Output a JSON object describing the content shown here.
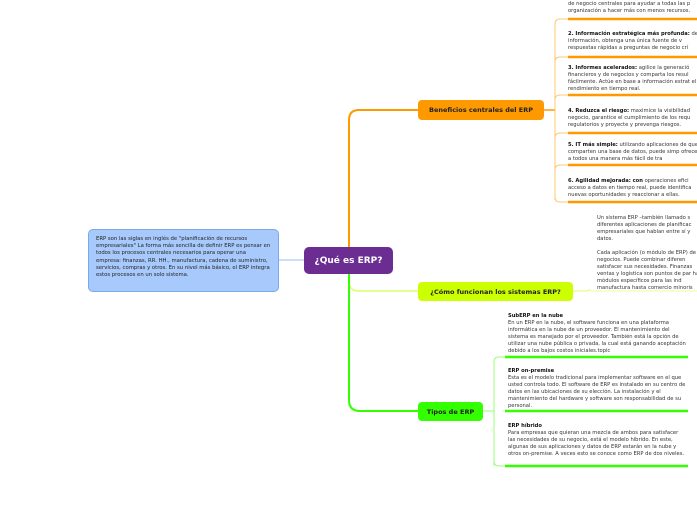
{
  "central": {
    "label": "¿Qué es ERP?"
  },
  "description": "ERP son las siglas en inglés de \"planificación de recursos empresariales\" La forma más sencilla de definir ERP es pensar en todos los procesos centrales necesarios para operar una empresa: finanzas, RR. HH., manufactura, cadena de suministro, servicios, compras y otros. En su nivel más básico, el ERP integra estos procesos en un solo sistema.",
  "branches": {
    "beneficios": {
      "label": "Beneficios centrales del ERP",
      "color": "#ff9900",
      "items": [
        {
          "title": "",
          "text": "de negocio centrales para ayudar a todas las p organización a hacer más con menos recursos."
        },
        {
          "title": "2. Información estratégica más profunda:",
          "text": " de información, obtenga una única fuente de v respuestas rápidas a preguntas de negocio crí"
        },
        {
          "title": "3. Informes acelerados:",
          "text": " agilice la generació financieros y de negocios y comparta los resul fácilmente. Actúe en base a información estrat el rendimiento en tiempo real."
        },
        {
          "title": "4. Reduzca el riesgo:",
          "text": " maximice la visibilidad negocio, garantice el cumplimiento de los requ regulatorios y proyecte y prevenga riesgos."
        },
        {
          "title": "5.  IT más simple:",
          "text": " utilizando aplicaciones de que comparten una base de datos, puede simp ofrecerles a todos una manera más fácil de tra"
        },
        {
          "title": "6. Agilidad mejorada: con",
          "text": " operaciones efici acceso a datos en tiempo real, puede identifica nuevas oportunidades y reaccionar a ellas."
        }
      ]
    },
    "como": {
      "label": "¿Cómo funcionan los sistemas ERP?",
      "color": "#ccff00",
      "text1": "Un sistema ERP –también llamado s diferentes aplicaciones de planificac empresariales que hablan entre sí y datos.",
      "text2": "Cada aplicación (o módulo de ERP) de negocios. Puede combinar diferen satisfacer sus necesidades. Finanzas ventas y logística son puntos de par hay módulos específicos para las ind manufactura hasta comercio minoris"
    },
    "tipos": {
      "label": "Tipos de ERP",
      "color": "#33ff00",
      "items": [
        {
          "title": "SubERP en la nube",
          "text": "En un ERP en la nube, el software funciona en una plataforma informática en la nube de un proveedor. El mantenimiento del sistema es manejado por el proveedor. También está la opción de utilizar una nube pública o privada, la cual está ganando aceptación debido a los bajos costos iniciales.topic"
        },
        {
          "title": "ERP on-premise",
          "text": "Esta es el modelo tradicional para implementar software en el que usted controla todo. El software de ERP es instalado en su centro de datos en las ubicaciones de su elección. La instalación y el mantenimiento del hardware y software son responsabilidad de su personal."
        },
        {
          "title": "ERP híbrido",
          "text": "Para empresas que quieran una mezcla de ambos para satisfacer las necesidades de su negocio, está el modelo híbrido. En este, algunas de sus aplicaciones y datos de ERP estarán en la nube y otros on-premise. A veces esto se conoce como ERP de dos niveles."
        }
      ]
    }
  },
  "colors": {
    "central": "#6b2d91",
    "description": "#a7c9fb"
  }
}
